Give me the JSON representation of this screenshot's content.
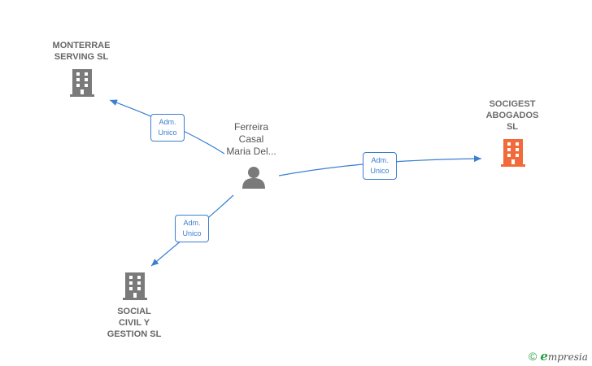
{
  "colors": {
    "edge": "#3b7fd0",
    "building_default": "#7a7a7a",
    "building_highlight": "#f26a3a",
    "person": "#7a7a7a",
    "brand": "#2a9d45"
  },
  "nodes": {
    "monterrae": {
      "lines": [
        "MONTERRAE",
        "SERVING  SL"
      ],
      "icon": "building-icon"
    },
    "socigest": {
      "lines": [
        "SOCIGEST",
        "ABOGADOS",
        "SL"
      ],
      "icon": "building-icon",
      "highlight": true
    },
    "social_civil": {
      "lines": [
        "SOCIAL",
        "CIVIL Y",
        "GESTION SL"
      ],
      "icon": "building-icon"
    },
    "person": {
      "lines": [
        "Ferreira",
        "Casal",
        "Maria Del..."
      ],
      "icon": "person-icon"
    }
  },
  "edges": [
    {
      "id": "to-monterrae",
      "lines": [
        "Adm.",
        "Unico"
      ]
    },
    {
      "id": "to-socigest",
      "lines": [
        "Adm.",
        "Unico"
      ]
    },
    {
      "id": "to-social-civil",
      "lines": [
        "Adm.",
        "Unico"
      ]
    }
  ],
  "brand": {
    "copyright": "©",
    "initial": "e",
    "rest": "mpresia"
  }
}
